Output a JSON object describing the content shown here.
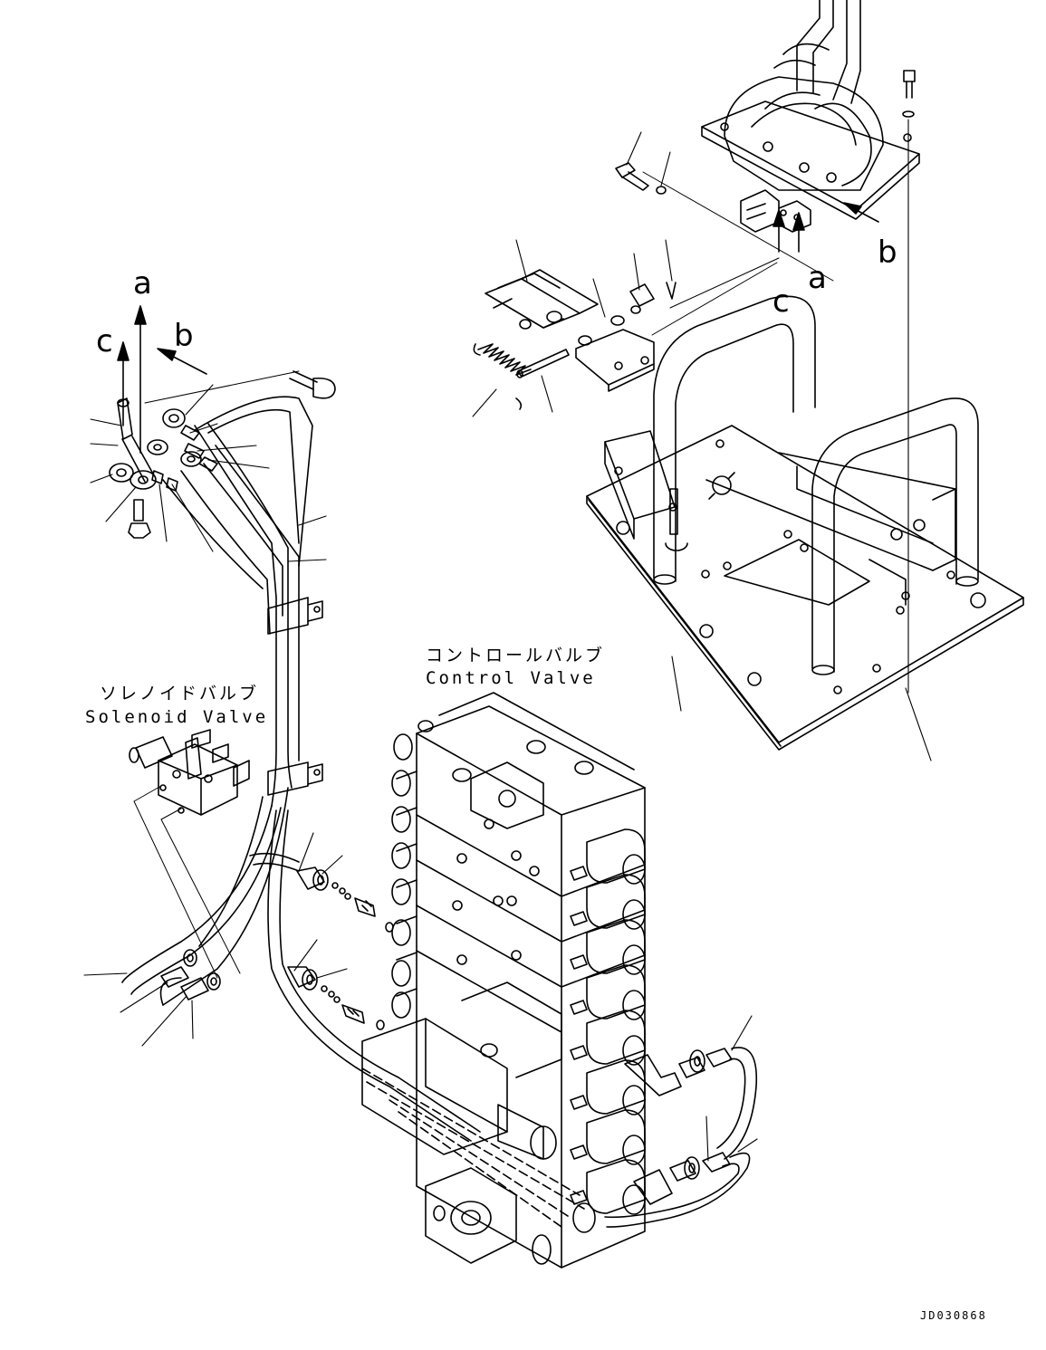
{
  "arrow_labels": {
    "left_a": "a",
    "left_b": "b",
    "left_c": "c",
    "right_a": "a",
    "right_b": "b",
    "right_c": "c"
  },
  "captions": {
    "solenoid_valve_jp": "ソレノイドバルブ",
    "solenoid_valve_en": "Solenoid Valve",
    "control_valve_jp": "コントロールバルブ",
    "control_valve_en": "Control Valve"
  },
  "drawing_code": "JD030868",
  "line_color": "#000000",
  "background_color": "#ffffff"
}
